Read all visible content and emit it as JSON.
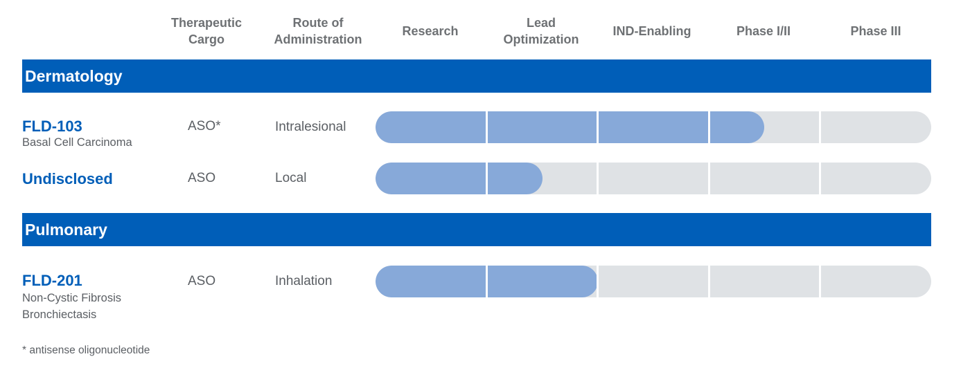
{
  "chart_data": {
    "type": "table",
    "columns": [
      "Therapeutic\nCargo",
      "Route of\nAdministration",
      "Research",
      "Lead\nOptimization",
      "IND-Enabling",
      "Phase I/II",
      "Phase III"
    ],
    "stages": [
      "Research",
      "Lead Optimization",
      "IND-Enabling",
      "Phase I/II",
      "Phase III"
    ],
    "sections": [
      {
        "name": "Dermatology",
        "programs": [
          {
            "name": "FLD-103",
            "indication": "Basal Cell Carcinoma",
            "cargo": "ASO*",
            "route": "Intralesional",
            "progress_stages": 3.5
          },
          {
            "name": "Undisclosed",
            "indication": "",
            "cargo": "ASO",
            "route": "Local",
            "progress_stages": 1.5
          }
        ]
      },
      {
        "name": "Pulmonary",
        "programs": [
          {
            "name": "FLD-201",
            "indication": "Non-Cystic Fibrosis\nBronchiectasis",
            "cargo": "ASO",
            "route": "Inhalation",
            "progress_stages": 2
          }
        ]
      }
    ],
    "footnote": "* antisense oligonucleotide",
    "colors": {
      "section_bar": "#005eb8",
      "program_name": "#005eb8",
      "progress_fill": "#87a9d9",
      "track": "#dfe2e5"
    }
  }
}
